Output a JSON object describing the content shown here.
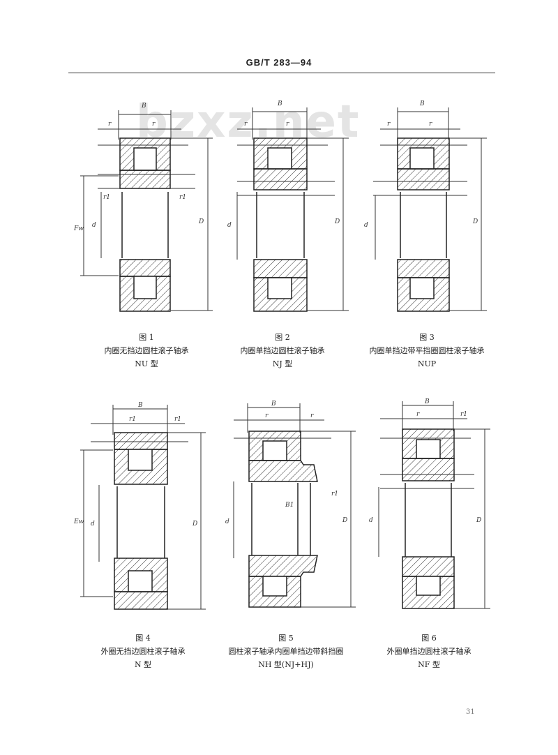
{
  "header": {
    "title": "GB/T 283—94"
  },
  "watermark": "bzxz.net",
  "page_number": "31",
  "figures": [
    {
      "label": "图 1",
      "caption": "内圈无挡边圆柱滚子轴承",
      "type": "NU 型"
    },
    {
      "label": "图 2",
      "caption": "内圈单挡边圆柱滚子轴承",
      "type": "NJ 型"
    },
    {
      "label": "图 3",
      "caption": "内圈单挡边带平挡圈圆柱滚子轴承",
      "type": "NUP"
    },
    {
      "label": "图 4",
      "caption": "外圈无挡边圆柱滚子轴承",
      "type": "N 型"
    },
    {
      "label": "图 5",
      "caption": "圆柱滚子轴承内圈单挡边带斜挡圈",
      "type": "NH 型(NJ+HJ)"
    },
    {
      "label": "图 6",
      "caption": "外圈单挡边圆柱滚子轴承",
      "type": "NF 型"
    }
  ],
  "dim_labels": {
    "B": "B",
    "r": "r",
    "r1": "r1",
    "d": "d",
    "D": "D",
    "Fw": "Fw",
    "Ew": "Ew",
    "B1": "B1"
  }
}
